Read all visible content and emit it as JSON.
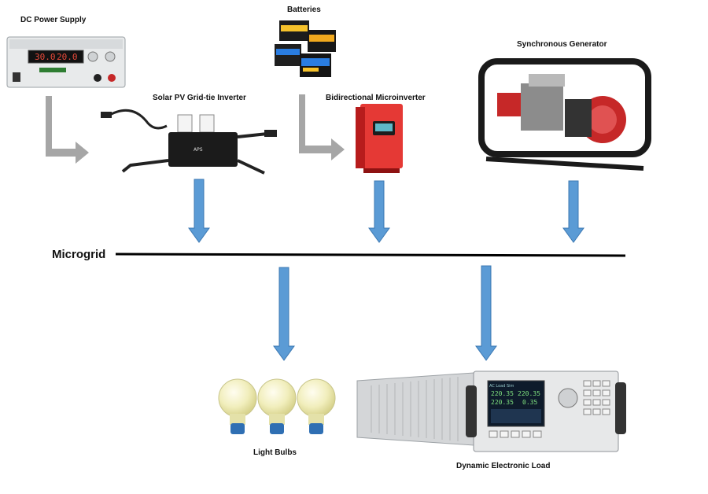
{
  "labels": {
    "dc_power_supply": "DC Power Supply",
    "batteries": "Batteries",
    "synchronous_generator": "Synchronous Generator",
    "solar_inverter": "Solar PV Grid-tie Inverter",
    "bidirectional_microinverter": "Bidirectional Microinverter",
    "microgrid": "Microgrid",
    "light_bulbs": "Light Bulbs",
    "electronic_load": "Dynamic  Electronic Load"
  },
  "displays": {
    "psu_voltage": "30.0",
    "psu_current": "20.0",
    "load_v1": "220.35",
    "load_v2": "220.35",
    "load_a1": "220.35",
    "load_a2": "0.35",
    "load_header": "AC Load Sim"
  },
  "colors": {
    "flow_arrow": "#5b9bd5",
    "source_arrow": "#a6a6a6",
    "bus_line": "#000000",
    "microinverter": "#e53935",
    "generator_frame": "#1a1a1a",
    "generator_engine": "#c62828"
  }
}
